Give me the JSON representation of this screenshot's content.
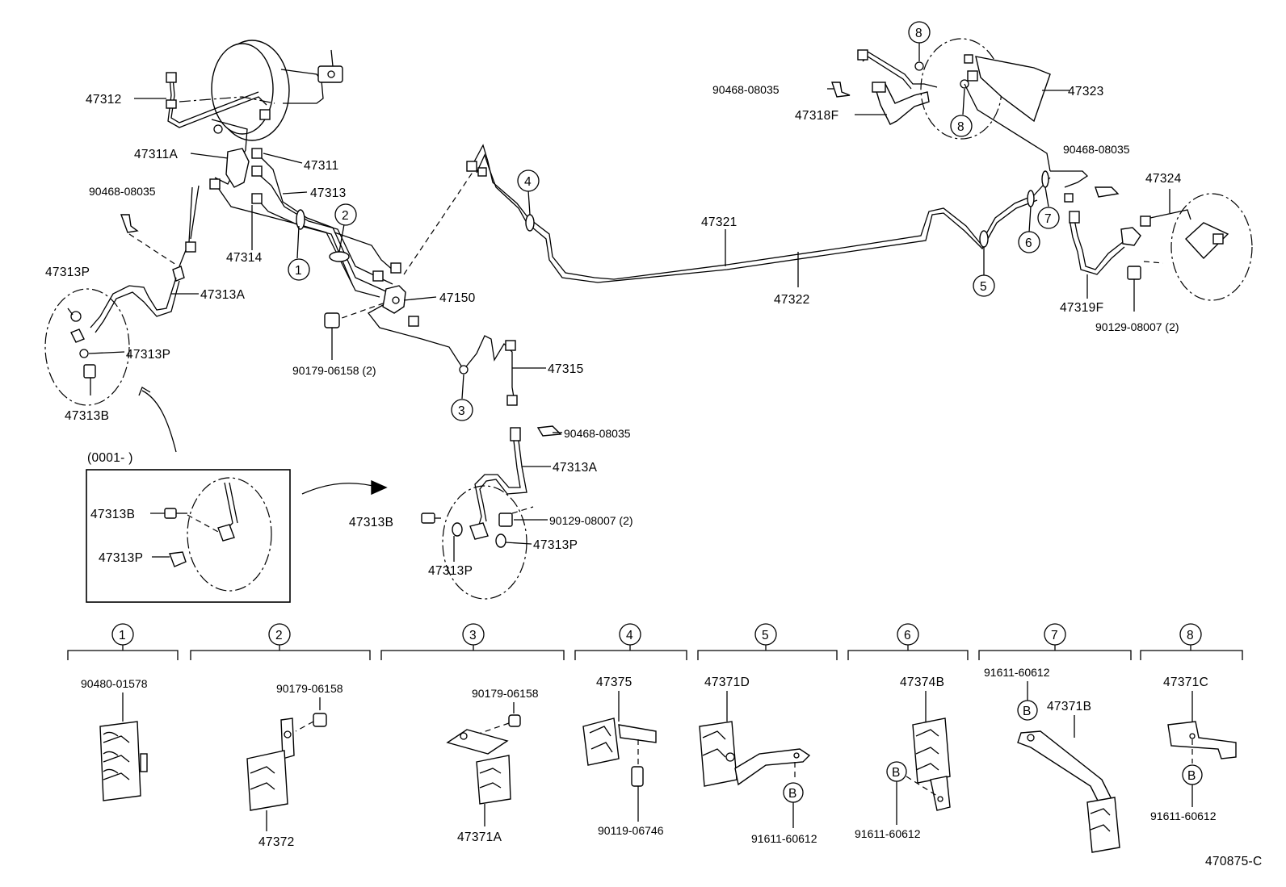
{
  "diagram": {
    "labels": {
      "p47312": "47312",
      "p47311A": "47311A",
      "p47311": "47311",
      "p47313": "47313",
      "p90468_a": "90468-08035",
      "p47314": "47314",
      "p47313P_a": "47313P",
      "p47313A_a": "47313A",
      "p47313P_b": "47313P",
      "p47313B_a": "47313B",
      "p47150": "47150",
      "p90179_a": "90179-06158 (2)",
      "p47315": "47315",
      "p47321": "47321",
      "p47322": "47322",
      "p90468_b": "90468-08035",
      "p47318F": "47318F",
      "p47323": "47323",
      "p90468_c": "90468-08035",
      "p47324": "47324",
      "p47319F": "47319F",
      "p90129_a": "90129-08007 (2)",
      "p90468_d": "90468-08035",
      "p47313A_b": "47313A",
      "p47313B_b": "47313B",
      "p90129_b": "90129-08007 (2)",
      "p47313P_c": "47313P",
      "p47313P_d": "47313P",
      "inset_range": "(0001-      )",
      "p47313B_c": "47313B",
      "p47313P_e": "47313P",
      "fig_code": "470875-C"
    },
    "callouts": [
      "1",
      "2",
      "3",
      "4",
      "5",
      "6",
      "7",
      "8",
      "8"
    ],
    "clamp_groups": [
      {
        "num": "1",
        "parts": [
          "90480-01578"
        ]
      },
      {
        "num": "2",
        "parts": [
          "90179-06158",
          "47372"
        ]
      },
      {
        "num": "3",
        "parts": [
          "90179-06158",
          "47371A"
        ]
      },
      {
        "num": "4",
        "parts": [
          "47375",
          "90119-06746"
        ]
      },
      {
        "num": "5",
        "parts": [
          "47371D",
          "B",
          "91611-60612"
        ]
      },
      {
        "num": "6",
        "parts": [
          "47374B",
          "B",
          "91611-60612"
        ]
      },
      {
        "num": "7",
        "parts": [
          "91611-60612",
          "B",
          "47371B"
        ]
      },
      {
        "num": "8",
        "parts": [
          "47371C",
          "B",
          "91611-60612"
        ]
      }
    ]
  }
}
